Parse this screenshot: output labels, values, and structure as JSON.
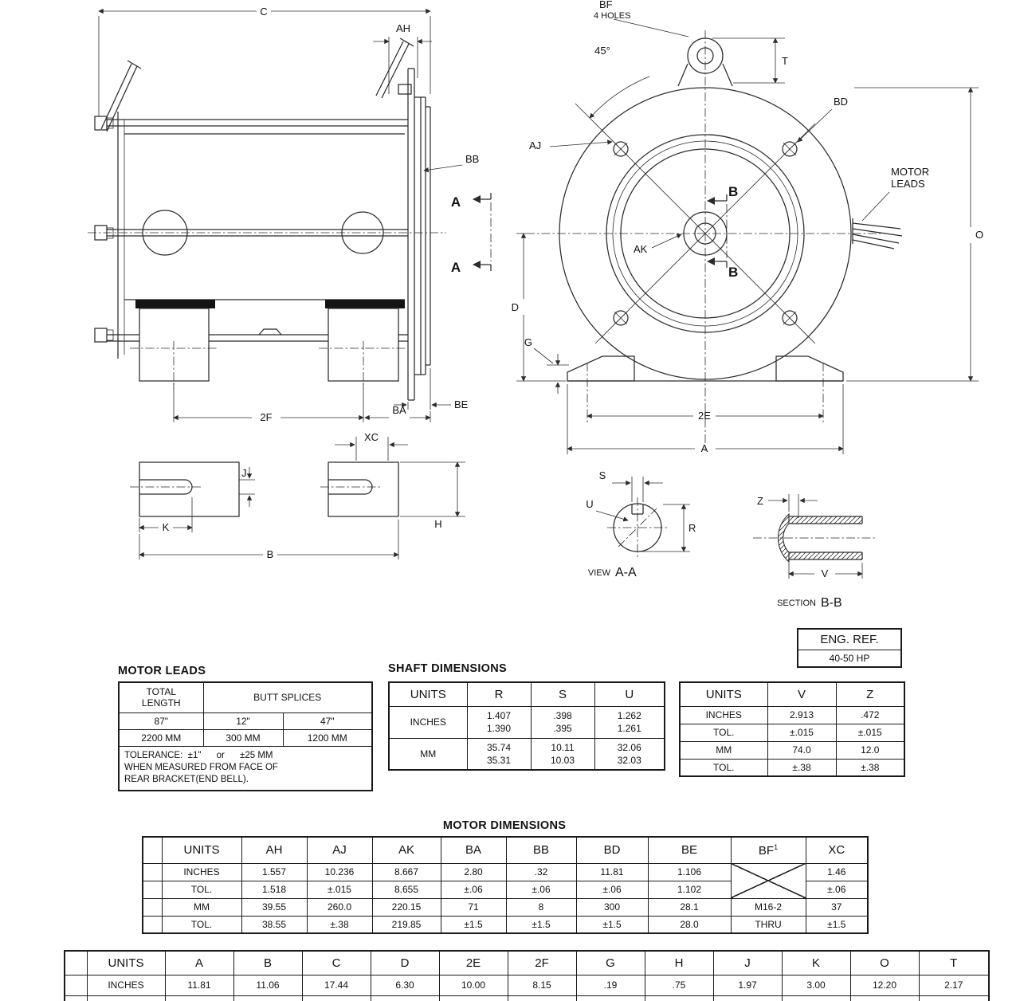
{
  "drawing": {
    "side": {
      "c": "C",
      "ah": "AH",
      "bb": "BB",
      "a_top": "A",
      "a_bot": "A",
      "be": "BE",
      "f2": "2F",
      "ba": "BA",
      "xc": "XC",
      "j": "J",
      "k": "K",
      "b": "B",
      "h": "H"
    },
    "front": {
      "bf": "BF",
      "holes": "4 HOLES",
      "deg": "45°",
      "t": "T",
      "bd": "BD",
      "aj": "AJ",
      "motor": "MOTOR",
      "leads": "LEADS",
      "ak": "AK",
      "b_top": "B",
      "b_bot": "B",
      "o": "O",
      "d": "D",
      "g": "G",
      "e2": "2E",
      "a": "A"
    },
    "view_aa": {
      "s": "S",
      "u": "U",
      "r": "R",
      "prefix": "VIEW",
      "name": "A-A"
    },
    "section_bb": {
      "z": "Z",
      "v": "V",
      "prefix": "SECTION",
      "name": "B-B"
    }
  },
  "eng_ref": {
    "title": "ENG. REF.",
    "value": "40-50 HP"
  },
  "motor_leads": {
    "title": "MOTOR LEADS",
    "col1_line1": "TOTAL",
    "col1_line2": "LENGTH",
    "col2": "BUTT SPLICES",
    "inches": [
      "87\"",
      "12\"",
      "47\""
    ],
    "mm": [
      "2200 MM",
      "300 MM",
      "1200 MM"
    ],
    "note1": "TOLERANCE:  ±1\"      or      ±25 MM",
    "note2": "WHEN MEASURED FROM FACE OF",
    "note3": "REAR BRACKET(END BELL)."
  },
  "shaft": {
    "title": "SHAFT DIMENSIONS",
    "rsu": {
      "headers": [
        "UNITS",
        "R",
        "S",
        "U"
      ],
      "inches_label": "INCHES",
      "inches": [
        [
          "1.407",
          "1.390"
        ],
        [
          ".398",
          ".395"
        ],
        [
          "1.262",
          "1.261"
        ]
      ],
      "mm_label": "MM",
      "mm": [
        [
          "35.74",
          "35.31"
        ],
        [
          "10.11",
          "10.03"
        ],
        [
          "32.06",
          "32.03"
        ]
      ]
    },
    "vz": {
      "headers": [
        "UNITS",
        "V",
        "Z"
      ],
      "rows": [
        [
          "INCHES",
          "2.913",
          ".472"
        ],
        [
          "TOL.",
          "±.015",
          "±.015"
        ],
        [
          "MM",
          "74.0",
          "12.0"
        ],
        [
          "TOL.",
          "±.38",
          "±.38"
        ]
      ]
    }
  },
  "motor_dims": {
    "title": "MOTOR DIMENSIONS",
    "headers": [
      "UNITS",
      "AH",
      "AJ",
      "AK",
      "BA",
      "BB",
      "BD",
      "BE",
      "BF",
      "XC"
    ],
    "bf_sup": "1",
    "rows": [
      [
        "INCHES",
        "1.557",
        "10.236",
        "8.667",
        "2.80",
        ".32",
        "11.81",
        "1.106",
        "1.46"
      ],
      [
        "TOL.",
        "1.518",
        "±.015",
        "8.655",
        "±.06",
        "±.06",
        "±.06",
        "1.102",
        "±.06"
      ],
      [
        "MM",
        "39.55",
        "260.0",
        "220.15",
        "71",
        "8",
        "300",
        "28.1",
        "M16-2",
        "37"
      ],
      [
        "TOL.",
        "38.55",
        "±.38",
        "219.85",
        "±1.5",
        "±1.5",
        "±1.5",
        "28.0",
        "THRU",
        "±1.5"
      ]
    ]
  },
  "bottom": {
    "headers": [
      "UNITS",
      "A",
      "B",
      "C",
      "D",
      "2E",
      "2F",
      "G",
      "H",
      "J",
      "K",
      "O",
      "T"
    ],
    "rows": [
      [
        "INCHES",
        "11.81",
        "11.06",
        "17.44",
        "6.30",
        "10.00",
        "8.15",
        ".19",
        ".75",
        "1.97",
        "3.00",
        "12.20",
        "2.17"
      ]
    ]
  }
}
